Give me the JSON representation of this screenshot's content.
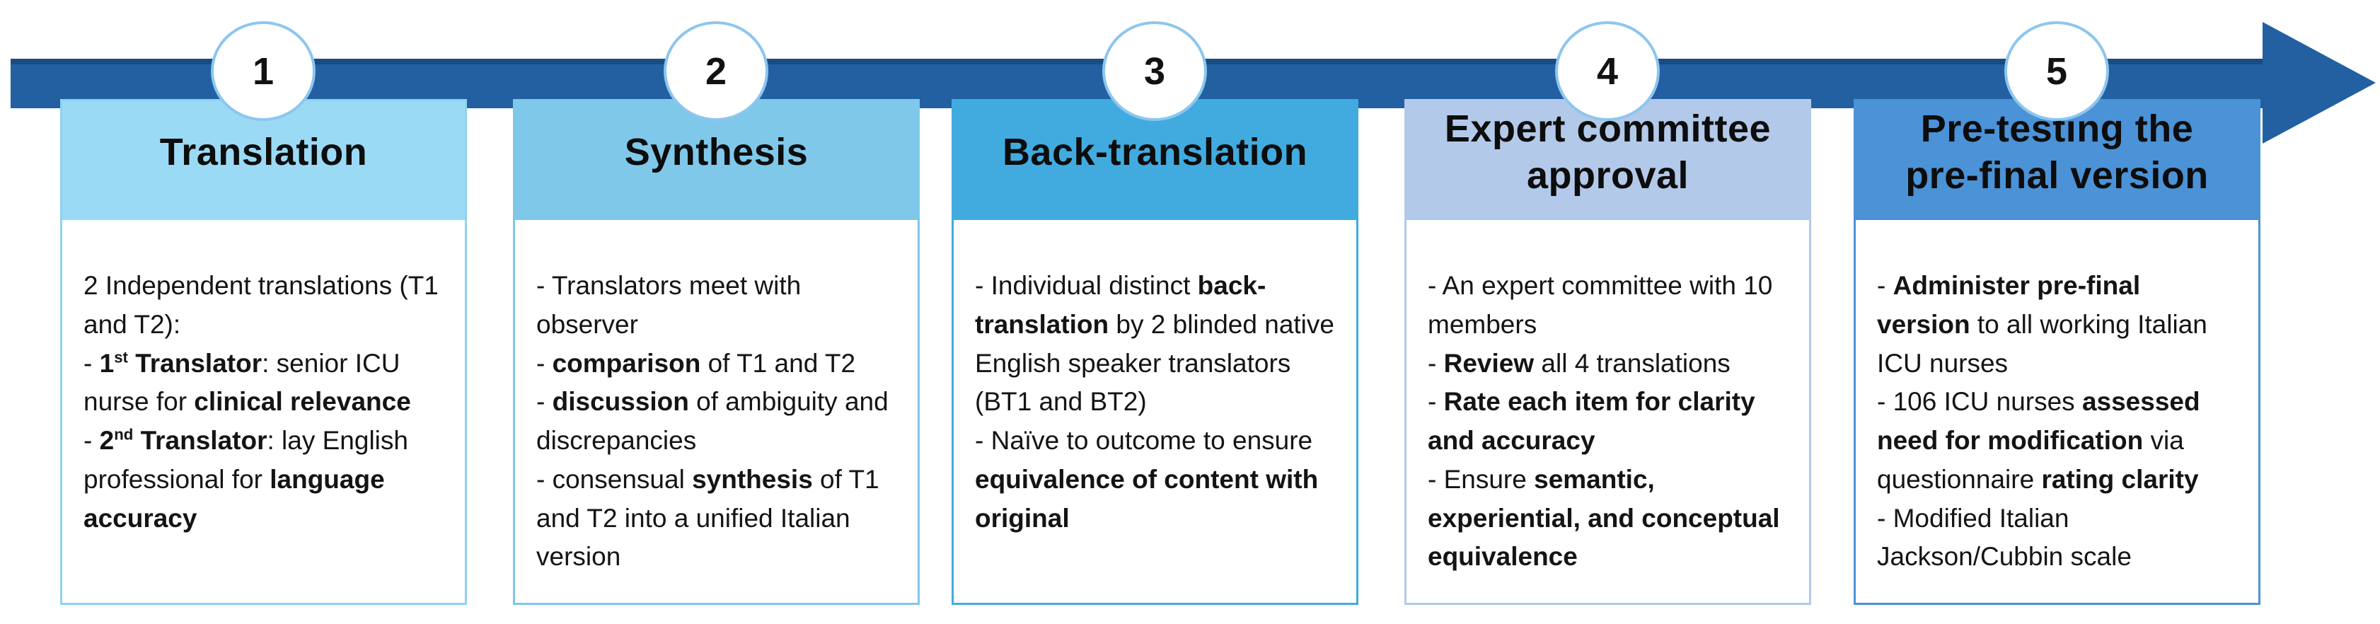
{
  "colors": {
    "bar": "#2360A2",
    "bar_top_edge": "#1A4C84",
    "circle_border": "#8CC6EE",
    "title_text": "#0d0d0d",
    "body_text": "#141414"
  },
  "steps": [
    {
      "number": "1",
      "title": "Translation",
      "header_color": "#9BDAF5",
      "border_color": "#8FD2F2",
      "body": [
        {
          "segments": [
            {
              "t": "2 Independent translations (T1 and T2):"
            }
          ]
        },
        {
          "segments": [
            {
              "t": "- "
            },
            {
              "t": "1",
              "b": true
            },
            {
              "t": "st",
              "b": true,
              "sup": true
            },
            {
              "t": " Translator",
              "b": true
            },
            {
              "t": ": senior ICU nurse for "
            },
            {
              "t": "clinical relevance",
              "b": true
            }
          ]
        },
        {
          "segments": [
            {
              "t": "- "
            },
            {
              "t": "2",
              "b": true
            },
            {
              "t": "nd",
              "b": true,
              "sup": true
            },
            {
              "t": " Translator",
              "b": true
            },
            {
              "t": ": lay English professional for "
            },
            {
              "t": "language accuracy",
              "b": true
            }
          ]
        }
      ]
    },
    {
      "number": "2",
      "title": "Synthesis",
      "header_color": "#7FC8EA",
      "border_color": "#7FC8EA",
      "body": [
        {
          "segments": [
            {
              "t": "- Translators meet with observer"
            }
          ]
        },
        {
          "segments": [
            {
              "t": "- "
            },
            {
              "t": "comparison",
              "b": true
            },
            {
              "t": " of T1 and T2"
            }
          ]
        },
        {
          "segments": [
            {
              "t": "- "
            },
            {
              "t": "discussion",
              "b": true
            },
            {
              "t": " of ambiguity and discrepancies"
            }
          ]
        },
        {
          "segments": [
            {
              "t": "- consensual "
            },
            {
              "t": "synthesis",
              "b": true
            },
            {
              "t": " of T1 and T2 into a unified Italian version"
            }
          ]
        }
      ]
    },
    {
      "number": "3",
      "title": "Back-translation",
      "header_color": "#41ABE0",
      "border_color": "#41ABE0",
      "body": [
        {
          "segments": [
            {
              "t": "- Individual distinct "
            },
            {
              "t": "back-translation",
              "b": true
            },
            {
              "t": " by 2 blinded native English speaker translators (BT1 and BT2)"
            }
          ]
        },
        {
          "segments": [
            {
              "t": "- Naïve to outcome to ensure "
            },
            {
              "t": "equivalence of content with original",
              "b": true
            }
          ]
        }
      ]
    },
    {
      "number": "4",
      "title": "Expert committee\napproval",
      "header_color": "#B3C9EA",
      "border_color": "#B3C9EA",
      "body": [
        {
          "segments": [
            {
              "t": "- An expert committee with 10 members"
            }
          ]
        },
        {
          "segments": [
            {
              "t": "- "
            },
            {
              "t": "Review",
              "b": true
            },
            {
              "t": " all 4 translations"
            }
          ]
        },
        {
          "segments": [
            {
              "t": "- "
            },
            {
              "t": "Rate each item for clarity and accuracy",
              "b": true
            }
          ]
        },
        {
          "segments": [
            {
              "t": "- Ensure "
            },
            {
              "t": "semantic, experiential, and conceptual equivalence",
              "b": true
            }
          ]
        }
      ]
    },
    {
      "number": "5",
      "title": "Pre-testing the\npre-final version",
      "header_color": "#4B92D6",
      "border_color": "#4B92D6",
      "body": [
        {
          "segments": [
            {
              "t": "- "
            },
            {
              "t": "Administer pre-final version",
              "b": true
            },
            {
              "t": " to all working Italian ICU nurses"
            }
          ]
        },
        {
          "segments": [
            {
              "t": "- 106 ICU nurses "
            },
            {
              "t": "assessed need for modification",
              "b": true
            },
            {
              "t": " via questionnaire "
            },
            {
              "t": "rating clarity",
              "b": true
            }
          ]
        },
        {
          "segments": [
            {
              "t": "- Modified Italian Jackson/Cubbin scale"
            }
          ]
        }
      ]
    }
  ]
}
